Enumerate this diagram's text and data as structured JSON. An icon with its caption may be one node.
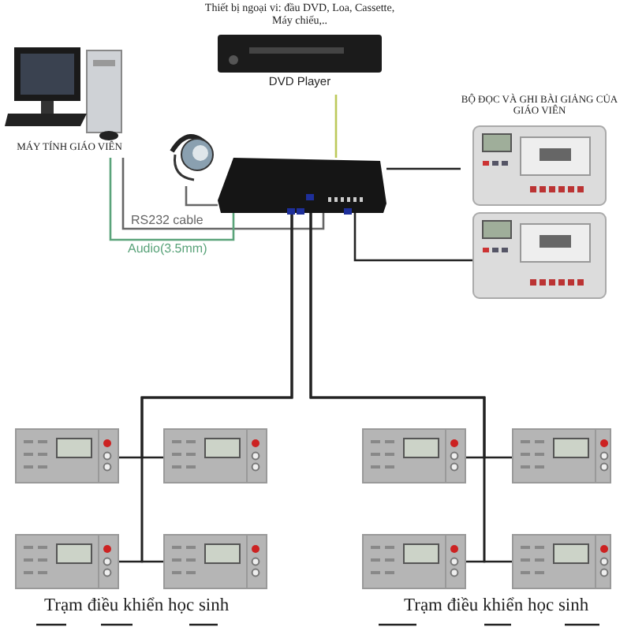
{
  "diagram": {
    "nodes": [
      {
        "text": [
          "MÁY TÍNH GIÁO VIÊN"
        ]
      },
      {
        "text": [
          "Thiết bị ngoại vi: đầu DVD, Loa, Cassette, Máy chiếu,..",
          "DVD Player"
        ]
      },
      {
        "text": [],
        "shape": "picture"
      },
      {
        "text": [],
        "shape": "picture"
      },
      {
        "text": [
          "BỘ ĐỌC VÀ GHI BÀI GIẢNG CỦA GIÁO VIÊN"
        ]
      },
      {
        "text": [],
        "shape": "picture"
      },
      {
        "text": [],
        "shape": "picture"
      },
      {
        "text": [],
        "shape": "picture"
      },
      {
        "text": [],
        "shape": "picture"
      },
      {
        "text": [],
        "shape": "picture"
      },
      {
        "text": [],
        "shape": "picture"
      },
      {
        "text": [],
        "shape": "picture"
      },
      {
        "text": [],
        "shape": "picture"
      },
      {
        "text": [],
        "shape": "picture"
      }
    ],
    "edges": [
      {
        "from": 0,
        "to": 3,
        "arrow": "none",
        "label": "RS232 cable",
        "color": "#666666"
      },
      {
        "from": 0,
        "to": 3,
        "arrow": "none",
        "label": "Audio(3.5mm)",
        "color": "#5aa37a"
      },
      {
        "from": 1,
        "to": 3,
        "arrow": "none",
        "color": "#bcc95a"
      },
      {
        "from": 2,
        "to": 3,
        "arrow": "none",
        "color": "#666666"
      },
      {
        "from": 3,
        "to": 4,
        "arrow": "none"
      },
      {
        "from": 3,
        "to": 5,
        "arrow": "none"
      },
      {
        "from": 3,
        "to": 6,
        "arrow": "none"
      },
      {
        "from": 3,
        "to": 7,
        "arrow": "none"
      },
      {
        "from": 3,
        "to": 8,
        "arrow": "none"
      },
      {
        "from": 3,
        "to": 9,
        "arrow": "none"
      },
      {
        "from": 3,
        "to": 10,
        "arrow": "none"
      },
      {
        "from": 3,
        "to": 11,
        "arrow": "none"
      },
      {
        "from": 3,
        "to": 12,
        "arrow": "none"
      },
      {
        "from": 3,
        "to": 13,
        "arrow": "none"
      }
    ],
    "labels": [
      "Trạm điều khiển học sinh",
      "Trạm điều khiển học sinh"
    ]
  }
}
